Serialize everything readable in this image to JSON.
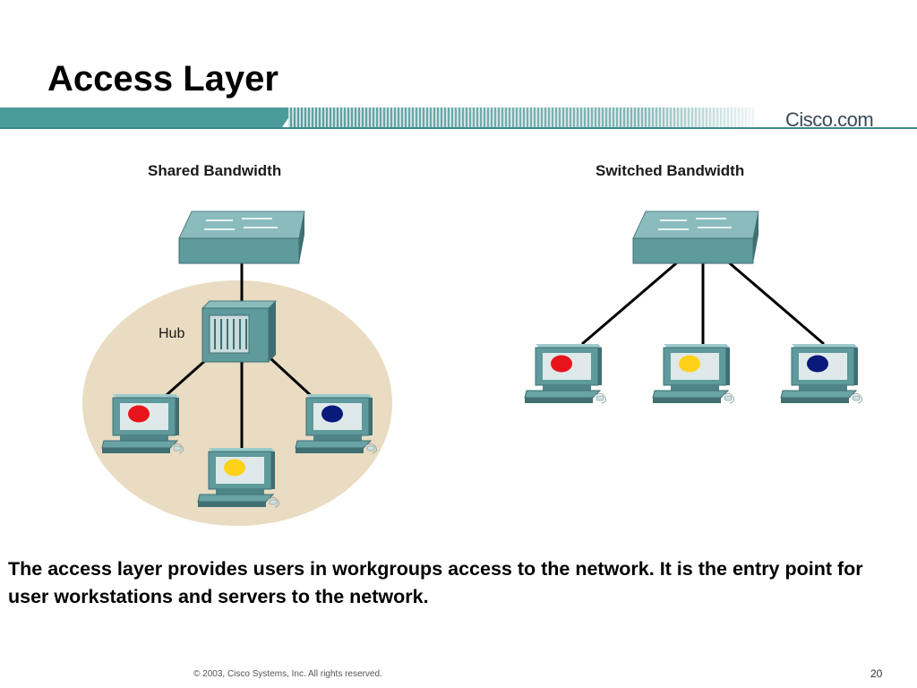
{
  "slide": {
    "title": "Access Layer",
    "logo_text": "Cisco.com",
    "body_text": "The access layer provides users in workgroups access to the network. It is the entry point for user workstations and servers to the network.",
    "footer": "© 2003, Cisco Systems, Inc. All rights reserved.",
    "page_number": "20"
  },
  "diagram": {
    "shared": {
      "label": "Shared Bandwidth",
      "hub_label": "Hub",
      "workstation_colors": [
        "#e8141c",
        "#ffd21a",
        "#0a1a7a"
      ]
    },
    "switched": {
      "label": "Switched Bandwidth",
      "workstation_colors": [
        "#e8141c",
        "#ffd21a",
        "#0a1a7a"
      ]
    },
    "colors": {
      "device_teal": "#5f9a9d",
      "device_teal_dark": "#3f6f72",
      "shared_segment": "#e9dcc2",
      "header_teal": "#4a9a9a"
    }
  }
}
